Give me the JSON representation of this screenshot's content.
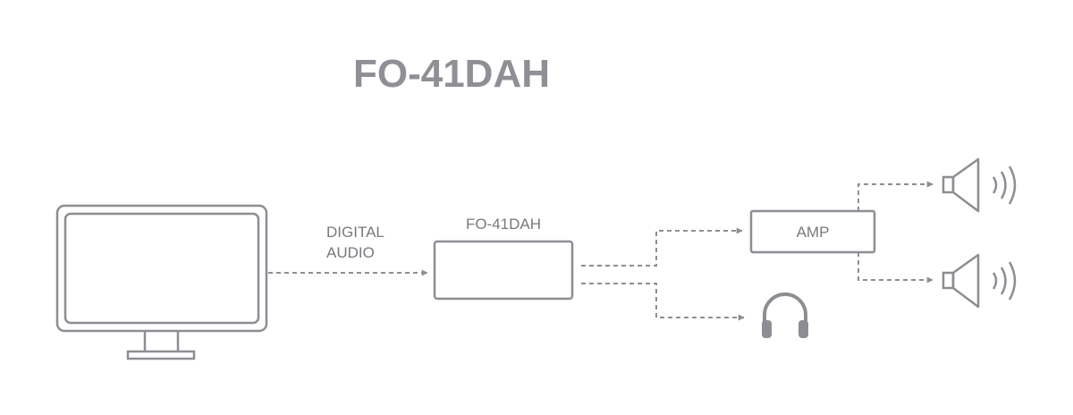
{
  "title": "FO-41DAH",
  "labels": {
    "digital_line1": "DIGITAL",
    "digital_line2": "AUDIO",
    "device": "FO-41DAH",
    "amp": "AMP"
  },
  "icons": {
    "monitor": "monitor-icon",
    "headphones": "headphones-icon",
    "speaker": "speaker-icon"
  },
  "colors": {
    "line": "#8c8e93",
    "title": "#8e9096",
    "text": "#77797e"
  }
}
